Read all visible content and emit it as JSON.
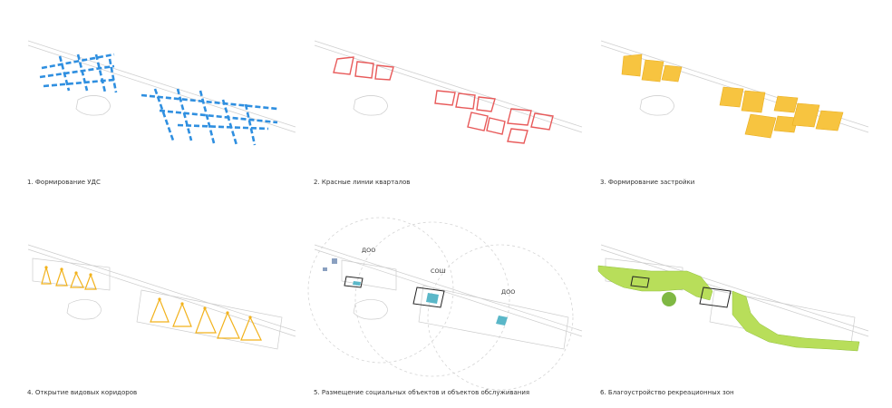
{
  "panels": [
    {
      "caption": "1. Формирование УДС"
    },
    {
      "caption": "2. Красные линии кварталов"
    },
    {
      "caption": "3. Формирование застройки"
    },
    {
      "caption": "4. Открытие видовых коридоров"
    },
    {
      "caption": "5. Размещение социальных объектов и объектов обслуживания"
    },
    {
      "caption": "6. Благоустройство рекреационных зон"
    }
  ],
  "social_labels": {
    "doo_left": "ДОО",
    "sosh": "СОШ",
    "doo_right": "ДОО"
  },
  "colors": {
    "road_network": "#2f8fe0",
    "red_lines": "#e85a5a",
    "buildings": "#f7c440",
    "view_corridors": "#f2b21c",
    "social_objects": "#5ab7c8",
    "recreation": "#b8de5a",
    "base_outline": "#cccccc"
  }
}
